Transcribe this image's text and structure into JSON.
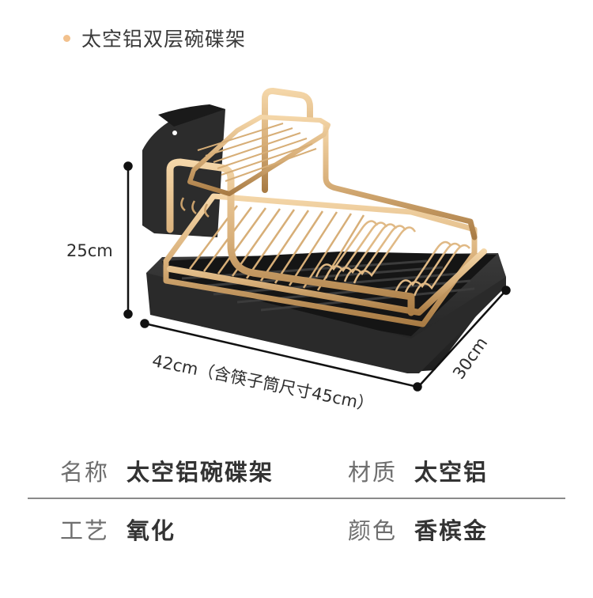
{
  "header": {
    "title": "太空铝双层碗碟架",
    "bullet_color": "#f2c18d"
  },
  "product_image": {
    "description": "Two-tier champagne-gold aluminum dish rack with black drip tray and black chopstick holder",
    "frame_color": "#d9b07a",
    "tray_color": "#2b2b2b"
  },
  "dimensions": {
    "height": "25cm",
    "width": "42cm（含筷子筒尺寸45cm）",
    "depth": "30cm"
  },
  "specs": [
    {
      "label": "名称",
      "value": "太空铝碗碟架"
    },
    {
      "label": "材质",
      "value": "太空铝"
    },
    {
      "label": "工艺",
      "value": "氧化"
    },
    {
      "label": "颜色",
      "value": "香槟金"
    }
  ]
}
